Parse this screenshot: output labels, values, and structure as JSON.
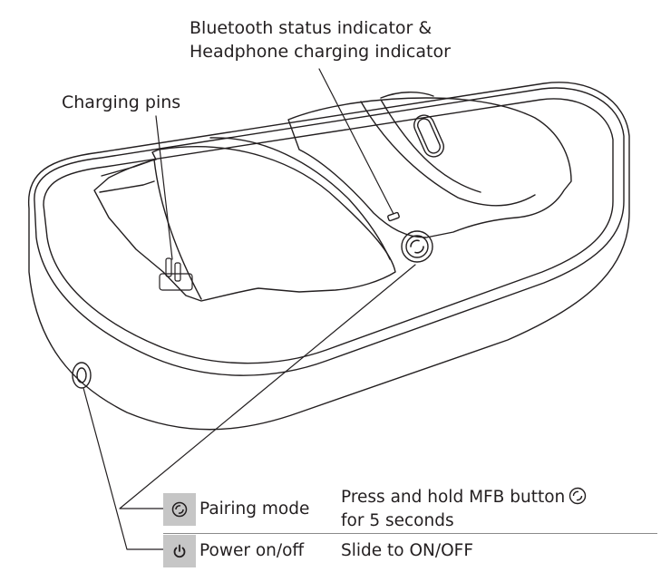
{
  "callouts": {
    "indicator_line1": "Bluetooth status indicator &",
    "indicator_line2": "Headphone charging indicator",
    "charging_pins": "Charging pins"
  },
  "table": {
    "rows": [
      {
        "icon": "mfb-pairing-icon",
        "function": "Pairing mode",
        "action_line1": "Press and hold MFB button",
        "action_icon": "mfb-pairing-icon",
        "action_line2": "for 5 seconds"
      },
      {
        "icon": "power-icon",
        "function": "Power on/off",
        "action_line1": "Slide to ON/OFF"
      }
    ]
  },
  "colors": {
    "line": "#231f20",
    "icon_box": "#c6c6c6",
    "rule": "#8a8a8a"
  }
}
